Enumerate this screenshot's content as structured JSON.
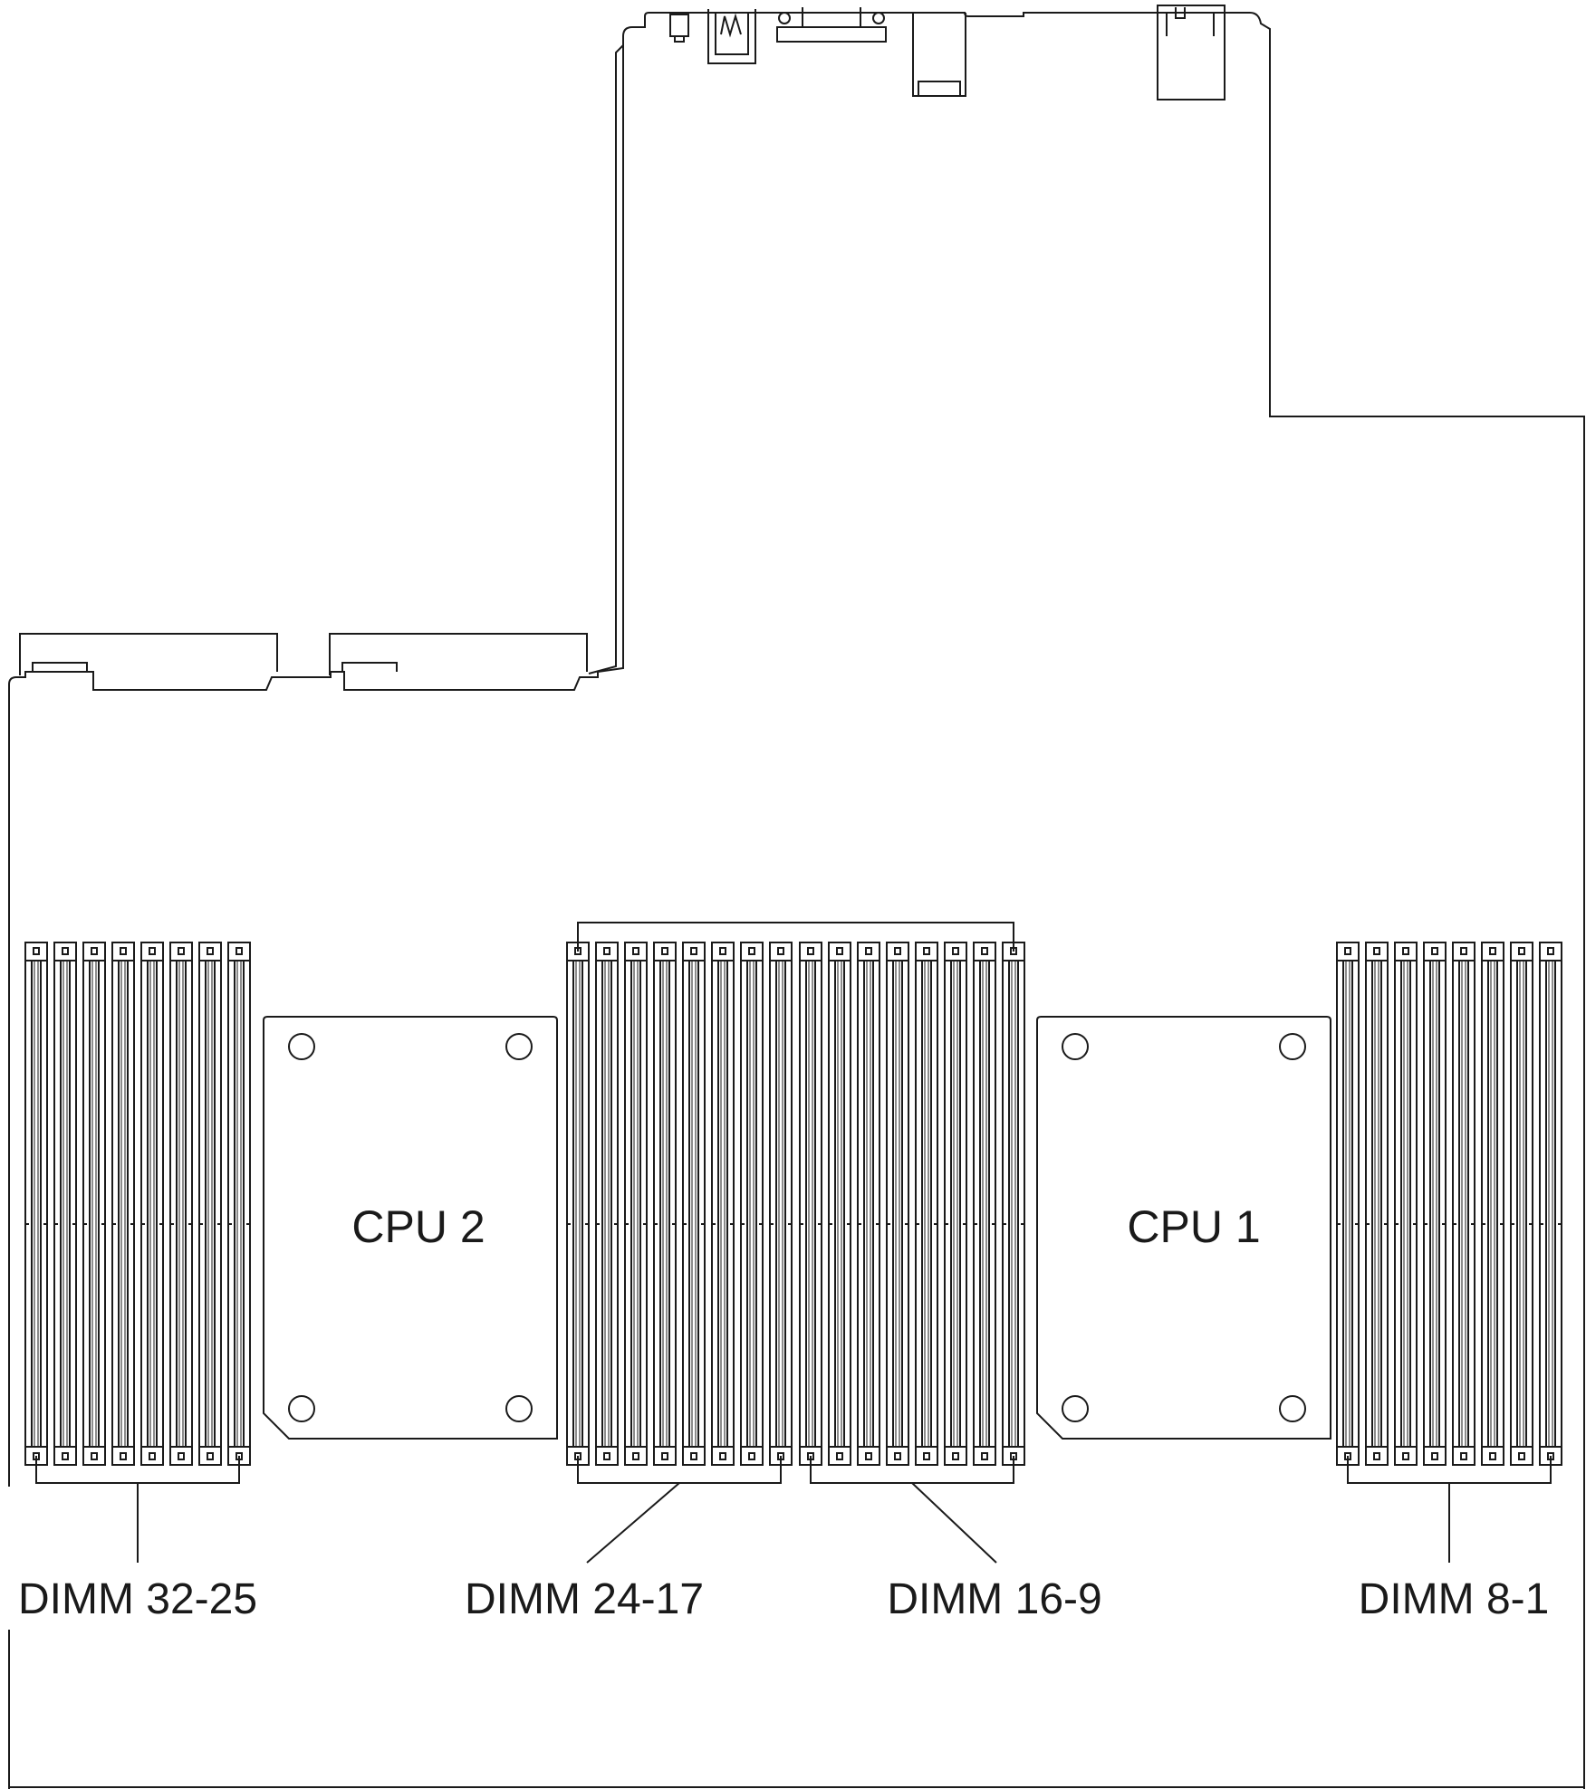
{
  "colors": {
    "line": "#1a1a1a",
    "fill": "#ffffff"
  },
  "processors": [
    {
      "id": "cpu2",
      "label": "CPU 2"
    },
    {
      "id": "cpu1",
      "label": "CPU 1"
    }
  ],
  "dimm_groups": [
    {
      "id": "dimm-32-25",
      "label": "DIMM 32-25",
      "slot_count": 8
    },
    {
      "id": "dimm-24-17",
      "label": "DIMM 24-17",
      "slot_count": 8
    },
    {
      "id": "dimm-16-9",
      "label": "DIMM 16-9",
      "slot_count": 8
    },
    {
      "id": "dimm-8-1",
      "label": "DIMM 8-1",
      "slot_count": 8
    }
  ]
}
